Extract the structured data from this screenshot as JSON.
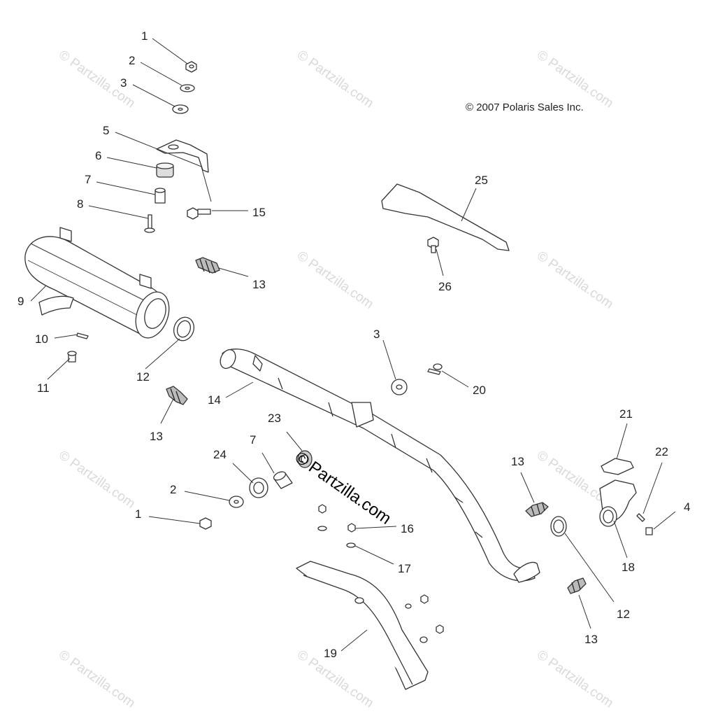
{
  "copyright": "© 2007 Polaris Sales Inc.",
  "watermark": "© Partzilla.com",
  "center_watermark": "© Partzilla.com",
  "callouts": [
    "1",
    "2",
    "3",
    "5",
    "6",
    "7",
    "8",
    "15",
    "13",
    "9",
    "10",
    "11",
    "12",
    "13",
    "14",
    "3",
    "20",
    "25",
    "26",
    "23",
    "7",
    "24",
    "2",
    "1",
    "16",
    "17",
    "19",
    "13",
    "21",
    "22",
    "4",
    "18",
    "12",
    "13"
  ]
}
